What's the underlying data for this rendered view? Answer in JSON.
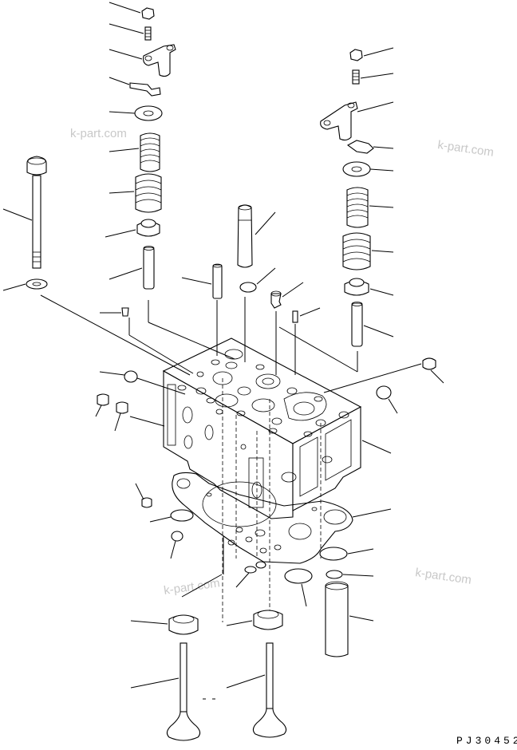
{
  "watermarks": [
    "k-part.com",
    "k-part.com",
    "k-part.com",
    "k-part.com"
  ],
  "drawing_code": "PJ30452",
  "colors": {
    "line": "#000000",
    "watermark": "#c8c8c8",
    "background": "#ffffff"
  }
}
